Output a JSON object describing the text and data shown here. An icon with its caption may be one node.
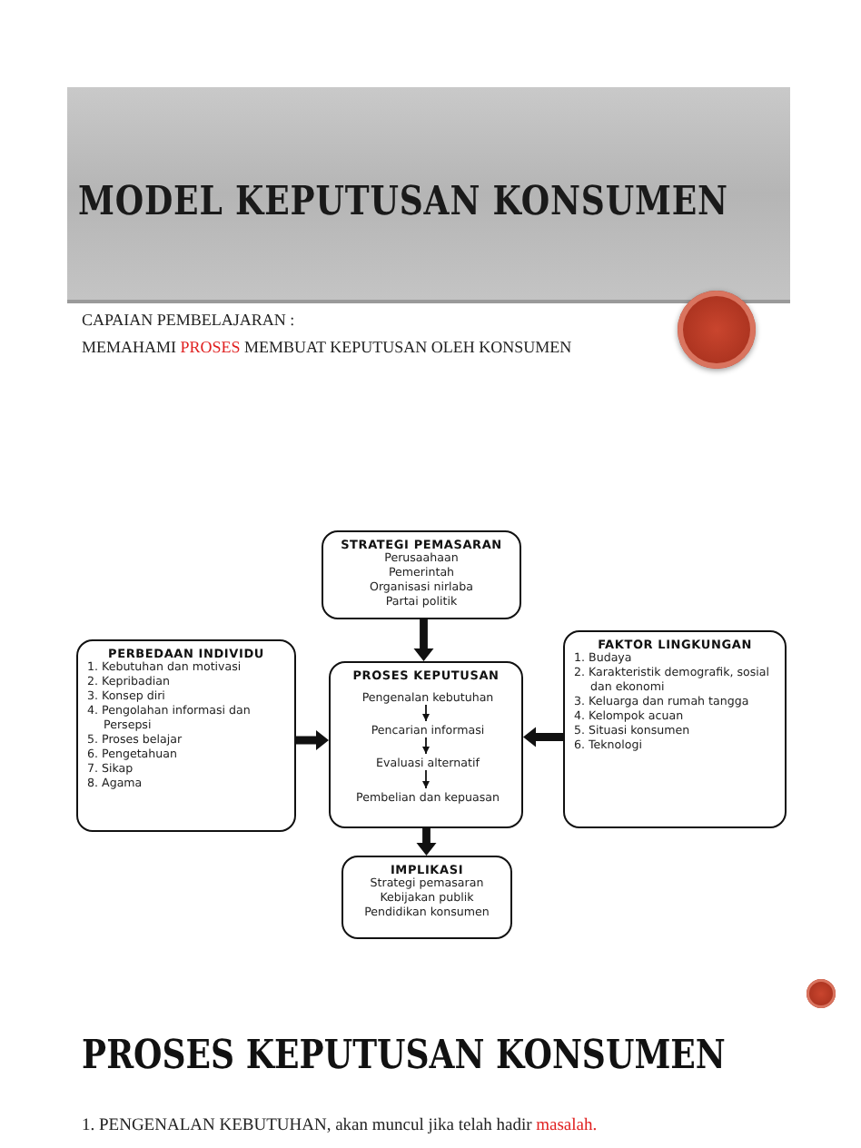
{
  "diagram": {
    "title": "MODEL KEPUTUSAN KONSUMEN",
    "nodes": [
      {
        "text": [
          "STRATEGI PEMASARAN",
          "Perusaahaan",
          "Pemerintah",
          "Organisasi nirlaba",
          "Partai politik"
        ]
      },
      {
        "text": [
          "PERBEDAAN INDIVIDU",
          "1. Kebutuhan dan motivasi",
          "2. Kepribadian",
          "3. Konsep diri",
          "4. Pengolahan informasi dan Persepsi",
          "5. Proses belajar",
          "6. Pengetahuan",
          "7. Sikap",
          "8. Agama"
        ]
      },
      {
        "text": [
          "PROSES KEPUTUSAN"
        ]
      },
      {
        "text": [
          "Pengenalan kebutuhan"
        ],
        "in": 2
      },
      {
        "text": [
          "Pencarian informasi"
        ],
        "in": 2
      },
      {
        "text": [
          "Evaluasi alternatif"
        ],
        "in": 2
      },
      {
        "text": [
          "Pembelian dan kepuasan"
        ],
        "in": 2
      },
      {
        "text": [
          "FAKTOR LINGKUNGAN",
          "1. Budaya",
          "2. Karakteristik demografik, sosial dan ekonomi",
          "3. Keluarga dan rumah tangga",
          "4. Kelompok acuan",
          "5. Situasi konsumen",
          "6. Teknologi"
        ]
      },
      {
        "text": [
          "IMPLIKASI",
          "Strategi pemasaran",
          "Kebijakan publik",
          "Pendidikan konsumen"
        ]
      }
    ],
    "edges": [
      {
        "from": 0,
        "to": 2,
        "arrow": "to",
        "style": "thick"
      },
      {
        "from": 1,
        "to": 2,
        "arrow": "to",
        "style": "thick"
      },
      {
        "from": 7,
        "to": 2,
        "arrow": "to",
        "style": "thick"
      },
      {
        "from": 2,
        "to": 8,
        "arrow": "to",
        "style": "thick"
      },
      {
        "from": 3,
        "to": 4,
        "arrow": "to"
      },
      {
        "from": 4,
        "to": 5,
        "arrow": "to"
      },
      {
        "from": 5,
        "to": 6,
        "arrow": "to"
      }
    ],
    "labels": [
      "CAPAIAN PEMBELAJARAN :",
      "MEMAHAMI *PROSES* MEMBUAT KEPUTUSAN OLEH KONSUMEN",
      "PROSES KEPUTUSAN KONSUMEN",
      "1. PENGENALAN KEBUTUHAN, akan muncul jika telah hadir *masalah.*"
    ]
  }
}
